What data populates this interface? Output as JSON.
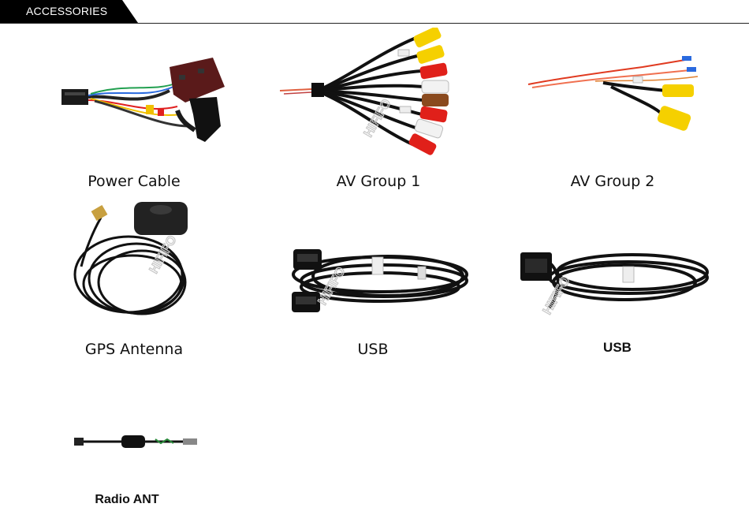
{
  "header": {
    "title": "ACCESSORIES"
  },
  "items": [
    {
      "label": "Power Cable"
    },
    {
      "label": "AV Group 1"
    },
    {
      "label": "AV Group 2"
    },
    {
      "label": "GPS Antenna"
    },
    {
      "label": "USB"
    },
    {
      "label": "USB"
    },
    {
      "label": "Radio ANT"
    }
  ],
  "watermark": "HIFIFO",
  "colors": {
    "header_bg": "#000000",
    "rca_yellow": "#f5d000",
    "rca_red": "#e0201a",
    "rca_white": "#f2f2f2",
    "rca_brown": "#8a4a1e",
    "cable_black": "#141414",
    "module_red": "#5a1a1a"
  }
}
